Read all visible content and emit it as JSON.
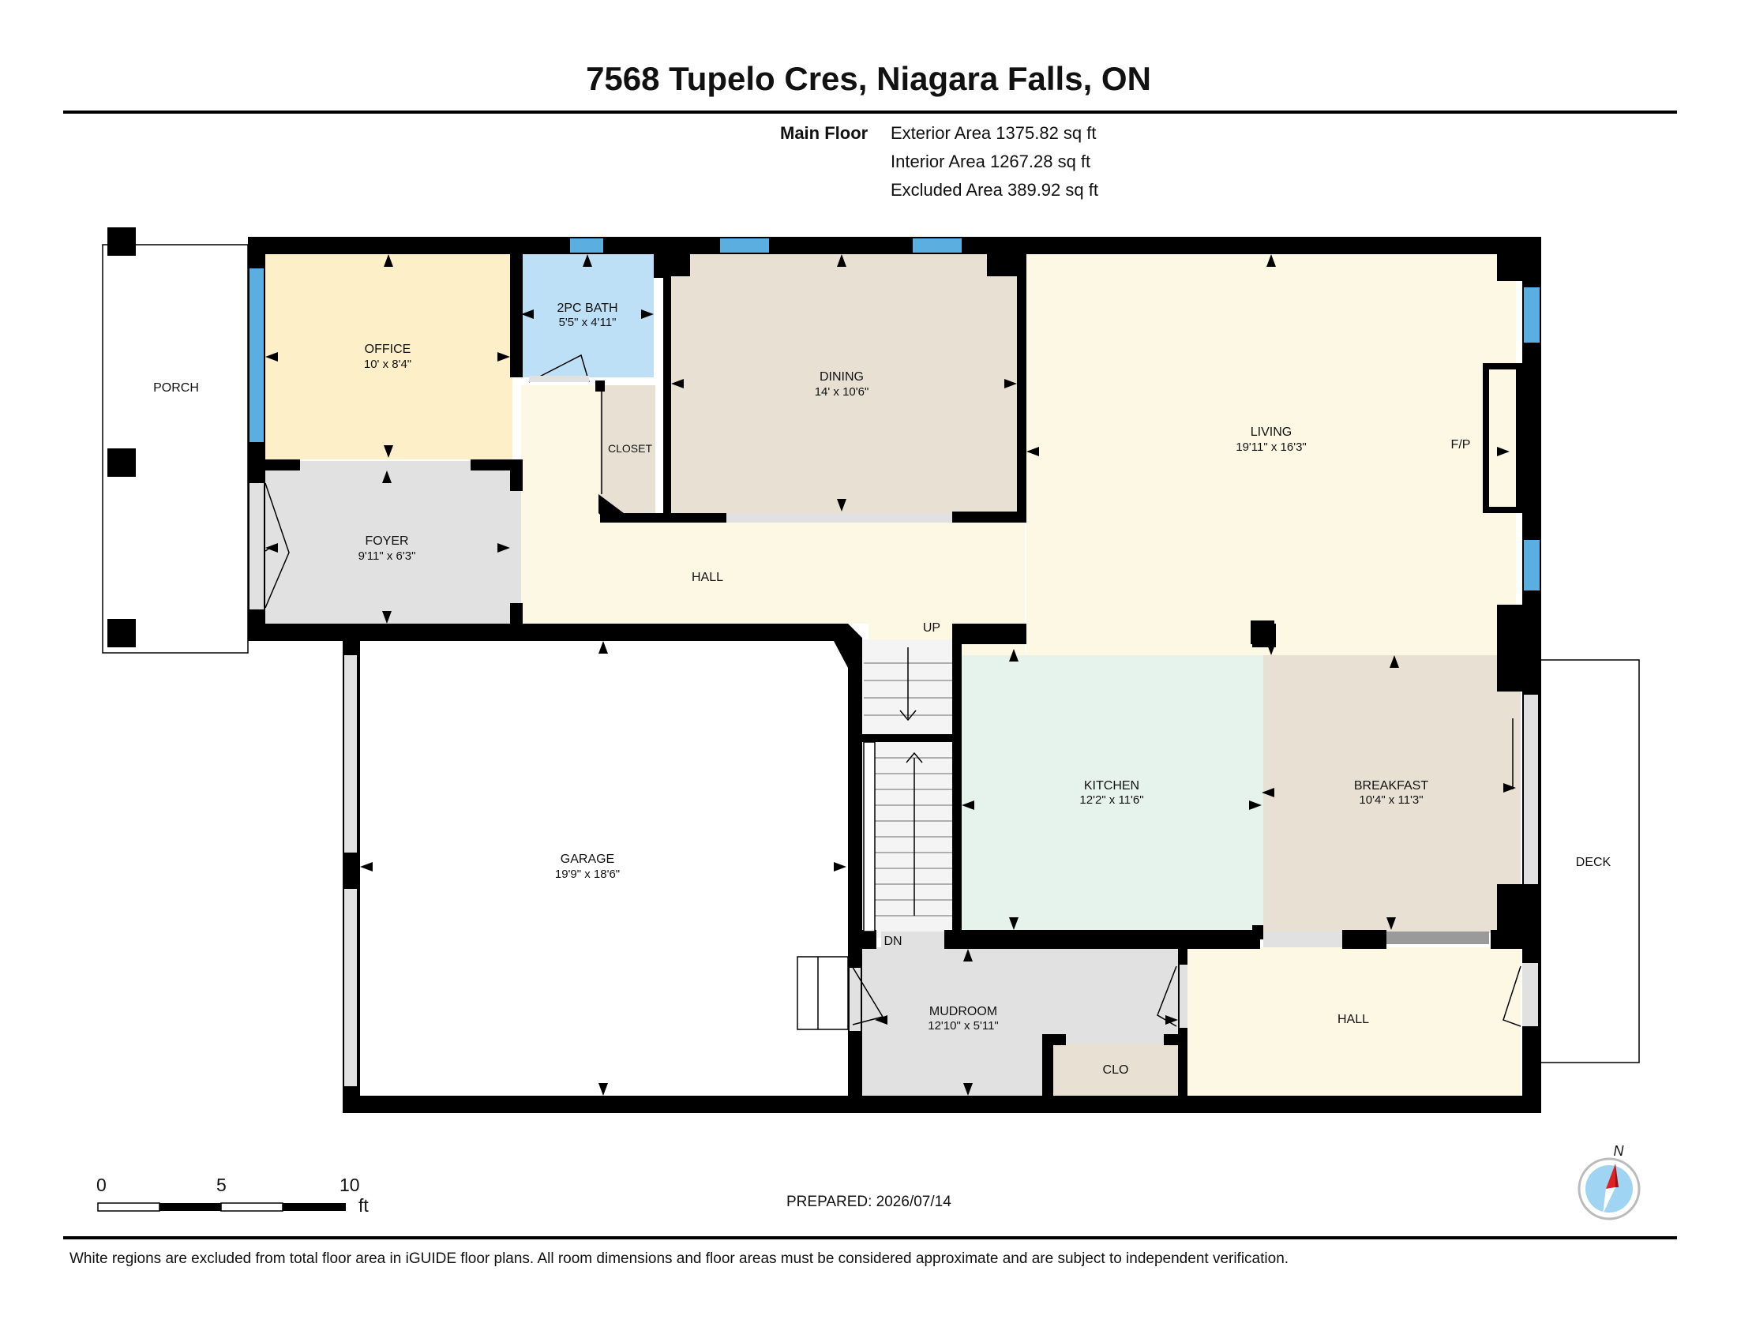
{
  "title": "7568 Tupelo Cres, Niagara Falls, ON",
  "summary": {
    "floor_label": "Main Floor",
    "exterior": "Exterior Area 1375.82 sq ft",
    "interior": "Interior Area 1267.28 sq ft",
    "excluded": "Excluded Area 389.92 sq ft"
  },
  "rooms": {
    "porch": "PORCH",
    "office": {
      "name": "OFFICE",
      "dims": "10' x 8'4\""
    },
    "bath": {
      "name": "2PC BATH",
      "dims": "5'5\" x 4'11\""
    },
    "dining": {
      "name": "DINING",
      "dims": "14' x 10'6\""
    },
    "living": {
      "name": "LIVING",
      "dims": "19'11\" x 16'3\""
    },
    "fireplace": "F/P",
    "closet": "CLOSET",
    "foyer": {
      "name": "FOYER",
      "dims": "9'11\" x 6'3\""
    },
    "hall_main": "HALL",
    "up": "UP",
    "dn": "DN",
    "garage": {
      "name": "GARAGE",
      "dims": "19'9\" x 18'6\""
    },
    "kitchen": {
      "name": "KITCHEN",
      "dims": "12'2\" x 11'6\""
    },
    "breakfast": {
      "name": "BREAKFAST",
      "dims": "10'4\" x 11'3\""
    },
    "deck": "DECK",
    "mudroom": {
      "name": "MUDROOM",
      "dims": "12'10\" x 5'11\""
    },
    "clo": "CLO",
    "hall_rear": "HALL"
  },
  "colors": {
    "wall": "#000000",
    "window": "#5aaee0",
    "office": "#fdf0c8",
    "bath": "#bde0f7",
    "dining": "#e8e0d3",
    "living": "#fdf8e4",
    "foyer": "#e1e1e1",
    "kitchen": "#e6f3ec",
    "breakfast": "#e8e0d3",
    "mudroom": "#e1e1e1",
    "clo": "#e8e0d3",
    "compass": "#9fd4f2",
    "compass_needle": "#e02020"
  },
  "scale": {
    "marks": [
      "0",
      "5",
      "10"
    ],
    "unit": "ft"
  },
  "compass": {
    "label": "N"
  },
  "prepared": "PREPARED: 2026/07/14",
  "disclaimer": "White regions are excluded from total floor area in iGUIDE floor plans. All room dimensions and floor areas must be considered approximate and are subject to independent verification."
}
